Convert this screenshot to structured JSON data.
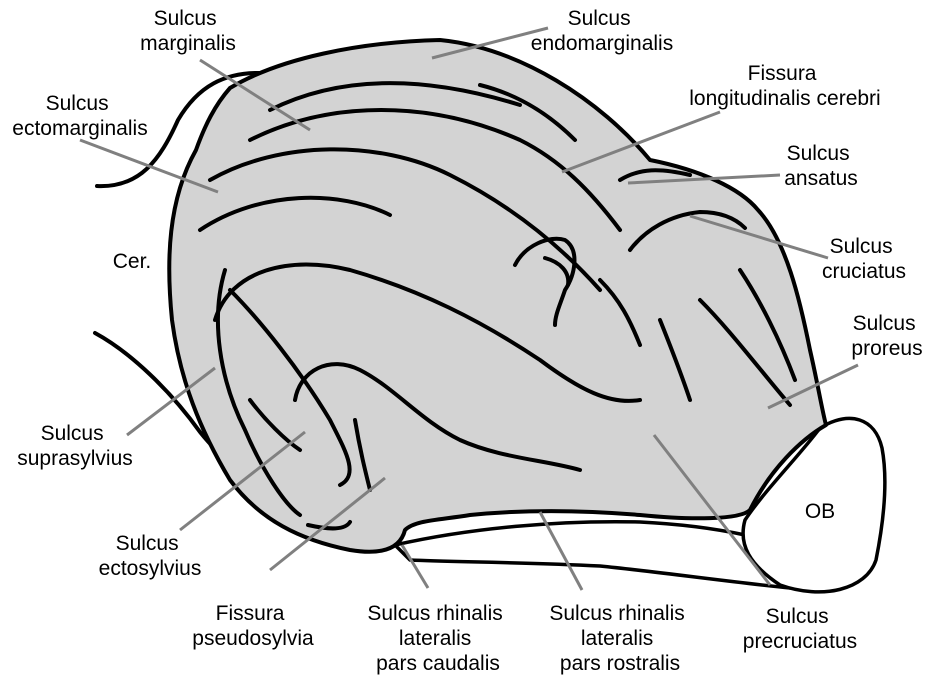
{
  "labels": {
    "sulcus_marginalis": [
      "Sulcus",
      "marginalis"
    ],
    "sulcus_endomarginalis": [
      "Sulcus",
      "endomarginalis"
    ],
    "fissura_longitudinalis": [
      "Fissura",
      "longitudinalis cerebri"
    ],
    "sulcus_ectomarginalis": [
      "Sulcus",
      "ectomarginalis"
    ],
    "sulcus_ansatus": [
      "Sulcus",
      "ansatus"
    ],
    "cer": [
      "Cer."
    ],
    "sulcus_cruciatus": [
      "Sulcus",
      "cruciatus"
    ],
    "sulcus_proreus": [
      "Sulcus",
      "proreus"
    ],
    "sulcus_suprasylvius": [
      "Sulcus",
      "suprasylvius"
    ],
    "ob": [
      "OB"
    ],
    "sulcus_ectosylvius": [
      "Sulcus",
      "ectosylvius"
    ],
    "fissura_pseudosylvia": [
      "Fissura",
      "pseudosylvia"
    ],
    "sulcus_rhinalis_caudalis": [
      "Sulcus rhinalis",
      "lateralis",
      "pars caudalis"
    ],
    "sulcus_rhinalis_rostralis": [
      "Sulcus rhinalis",
      "lateralis",
      "pars rostralis"
    ],
    "sulcus_precruciatus": [
      "Sulcus",
      "precruciatus"
    ]
  }
}
